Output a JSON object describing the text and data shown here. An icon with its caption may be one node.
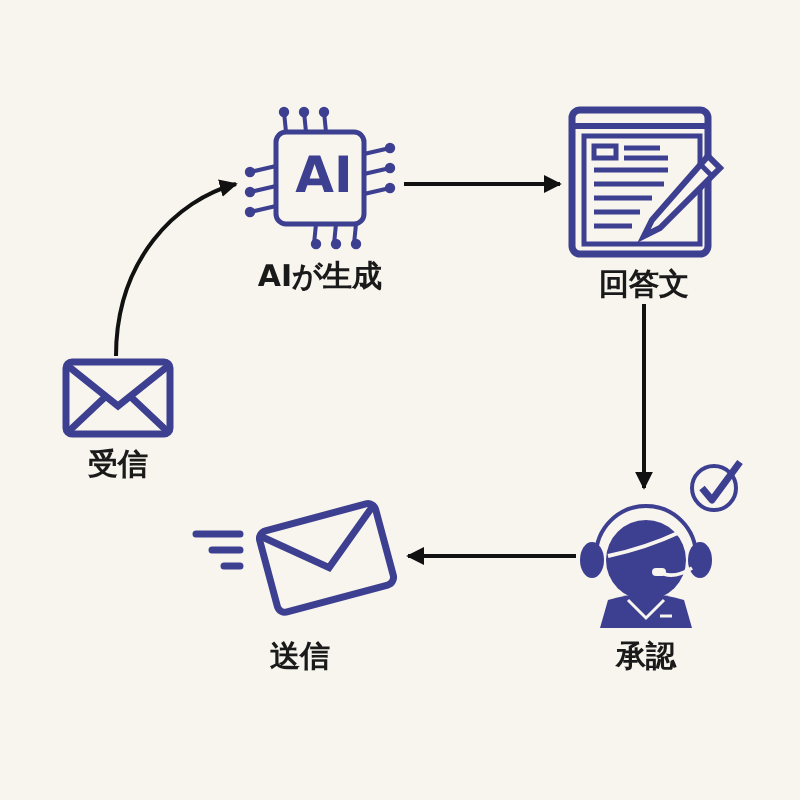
{
  "diagram": {
    "nodes": [
      {
        "text": [
          "受信"
        ]
      },
      {
        "text": [
          "AI",
          "AIが生成"
        ]
      },
      {
        "text": [
          "回答文"
        ]
      },
      {
        "text": [
          "承認"
        ]
      },
      {
        "text": [
          "送信"
        ]
      }
    ],
    "edges": [
      {
        "from": 0,
        "to": 1,
        "arrow": "to"
      },
      {
        "from": 1,
        "to": 2,
        "arrow": "to"
      },
      {
        "from": 2,
        "to": 3,
        "arrow": "to"
      },
      {
        "from": 3,
        "to": 4,
        "arrow": "to"
      }
    ]
  }
}
